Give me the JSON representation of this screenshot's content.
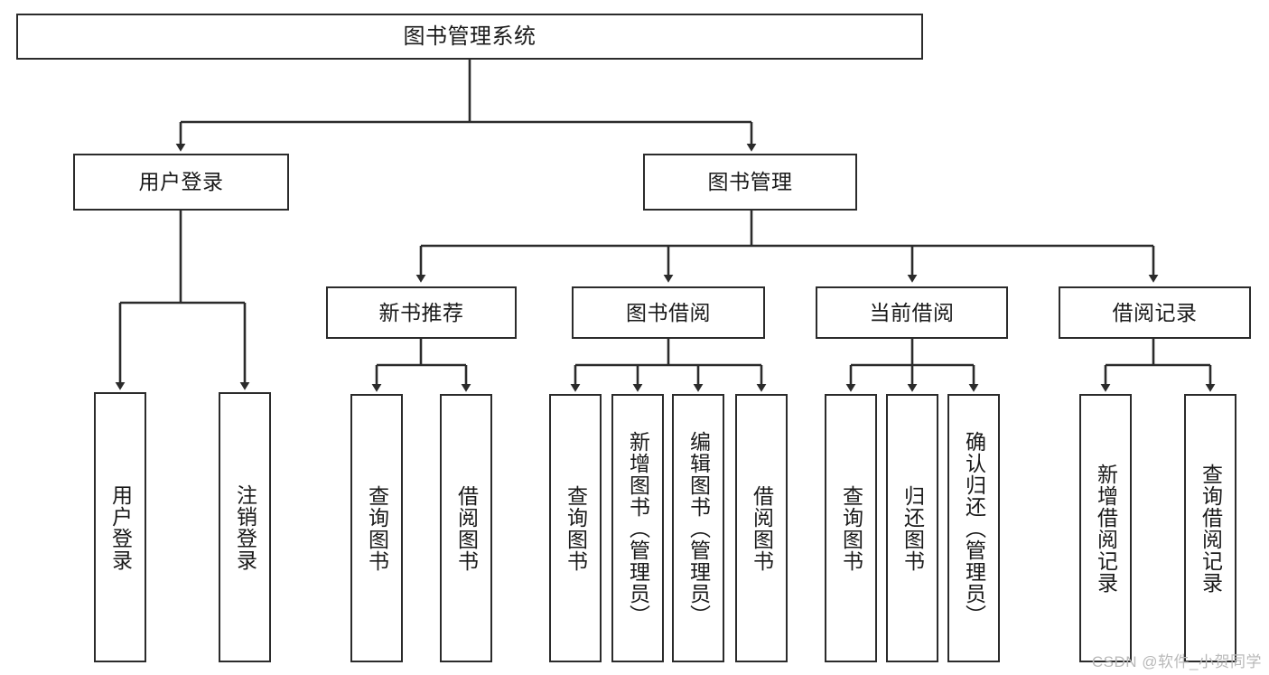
{
  "diagram": {
    "type": "tree-hierarchy",
    "title": "图书管理系统",
    "watermark": "CSDN @软件_小贺同学",
    "colors": {
      "border": "#2b2b2b",
      "background": "#ffffff",
      "text": "#1a1a1a",
      "edge": "#2b2b2b",
      "watermark": "#b9b9b9"
    },
    "root": {
      "label": "图书管理系统"
    },
    "level1": [
      {
        "label": "用户登录"
      },
      {
        "label": "图书管理"
      }
    ],
    "level2": [
      {
        "label": "新书推荐"
      },
      {
        "label": "图书借阅"
      },
      {
        "label": "当前借阅"
      },
      {
        "label": "借阅记录"
      }
    ],
    "leaves": {
      "user_login": [
        {
          "label": "用户登录"
        },
        {
          "label": "注销登录"
        }
      ],
      "new_book_recommend": [
        {
          "label": "查询图书"
        },
        {
          "label": "借阅图书"
        }
      ],
      "book_borrow": [
        {
          "label": "查询图书"
        },
        {
          "label": "新增图书（管理员）"
        },
        {
          "label": "编辑图书（管理员）"
        },
        {
          "label": "借阅图书"
        }
      ],
      "current_borrow": [
        {
          "label": "查询图书"
        },
        {
          "label": "归还图书"
        },
        {
          "label": "确认归还（管理员）"
        }
      ],
      "borrow_record": [
        {
          "label": "新增借阅记录"
        },
        {
          "label": "查询借阅记录"
        }
      ]
    }
  }
}
